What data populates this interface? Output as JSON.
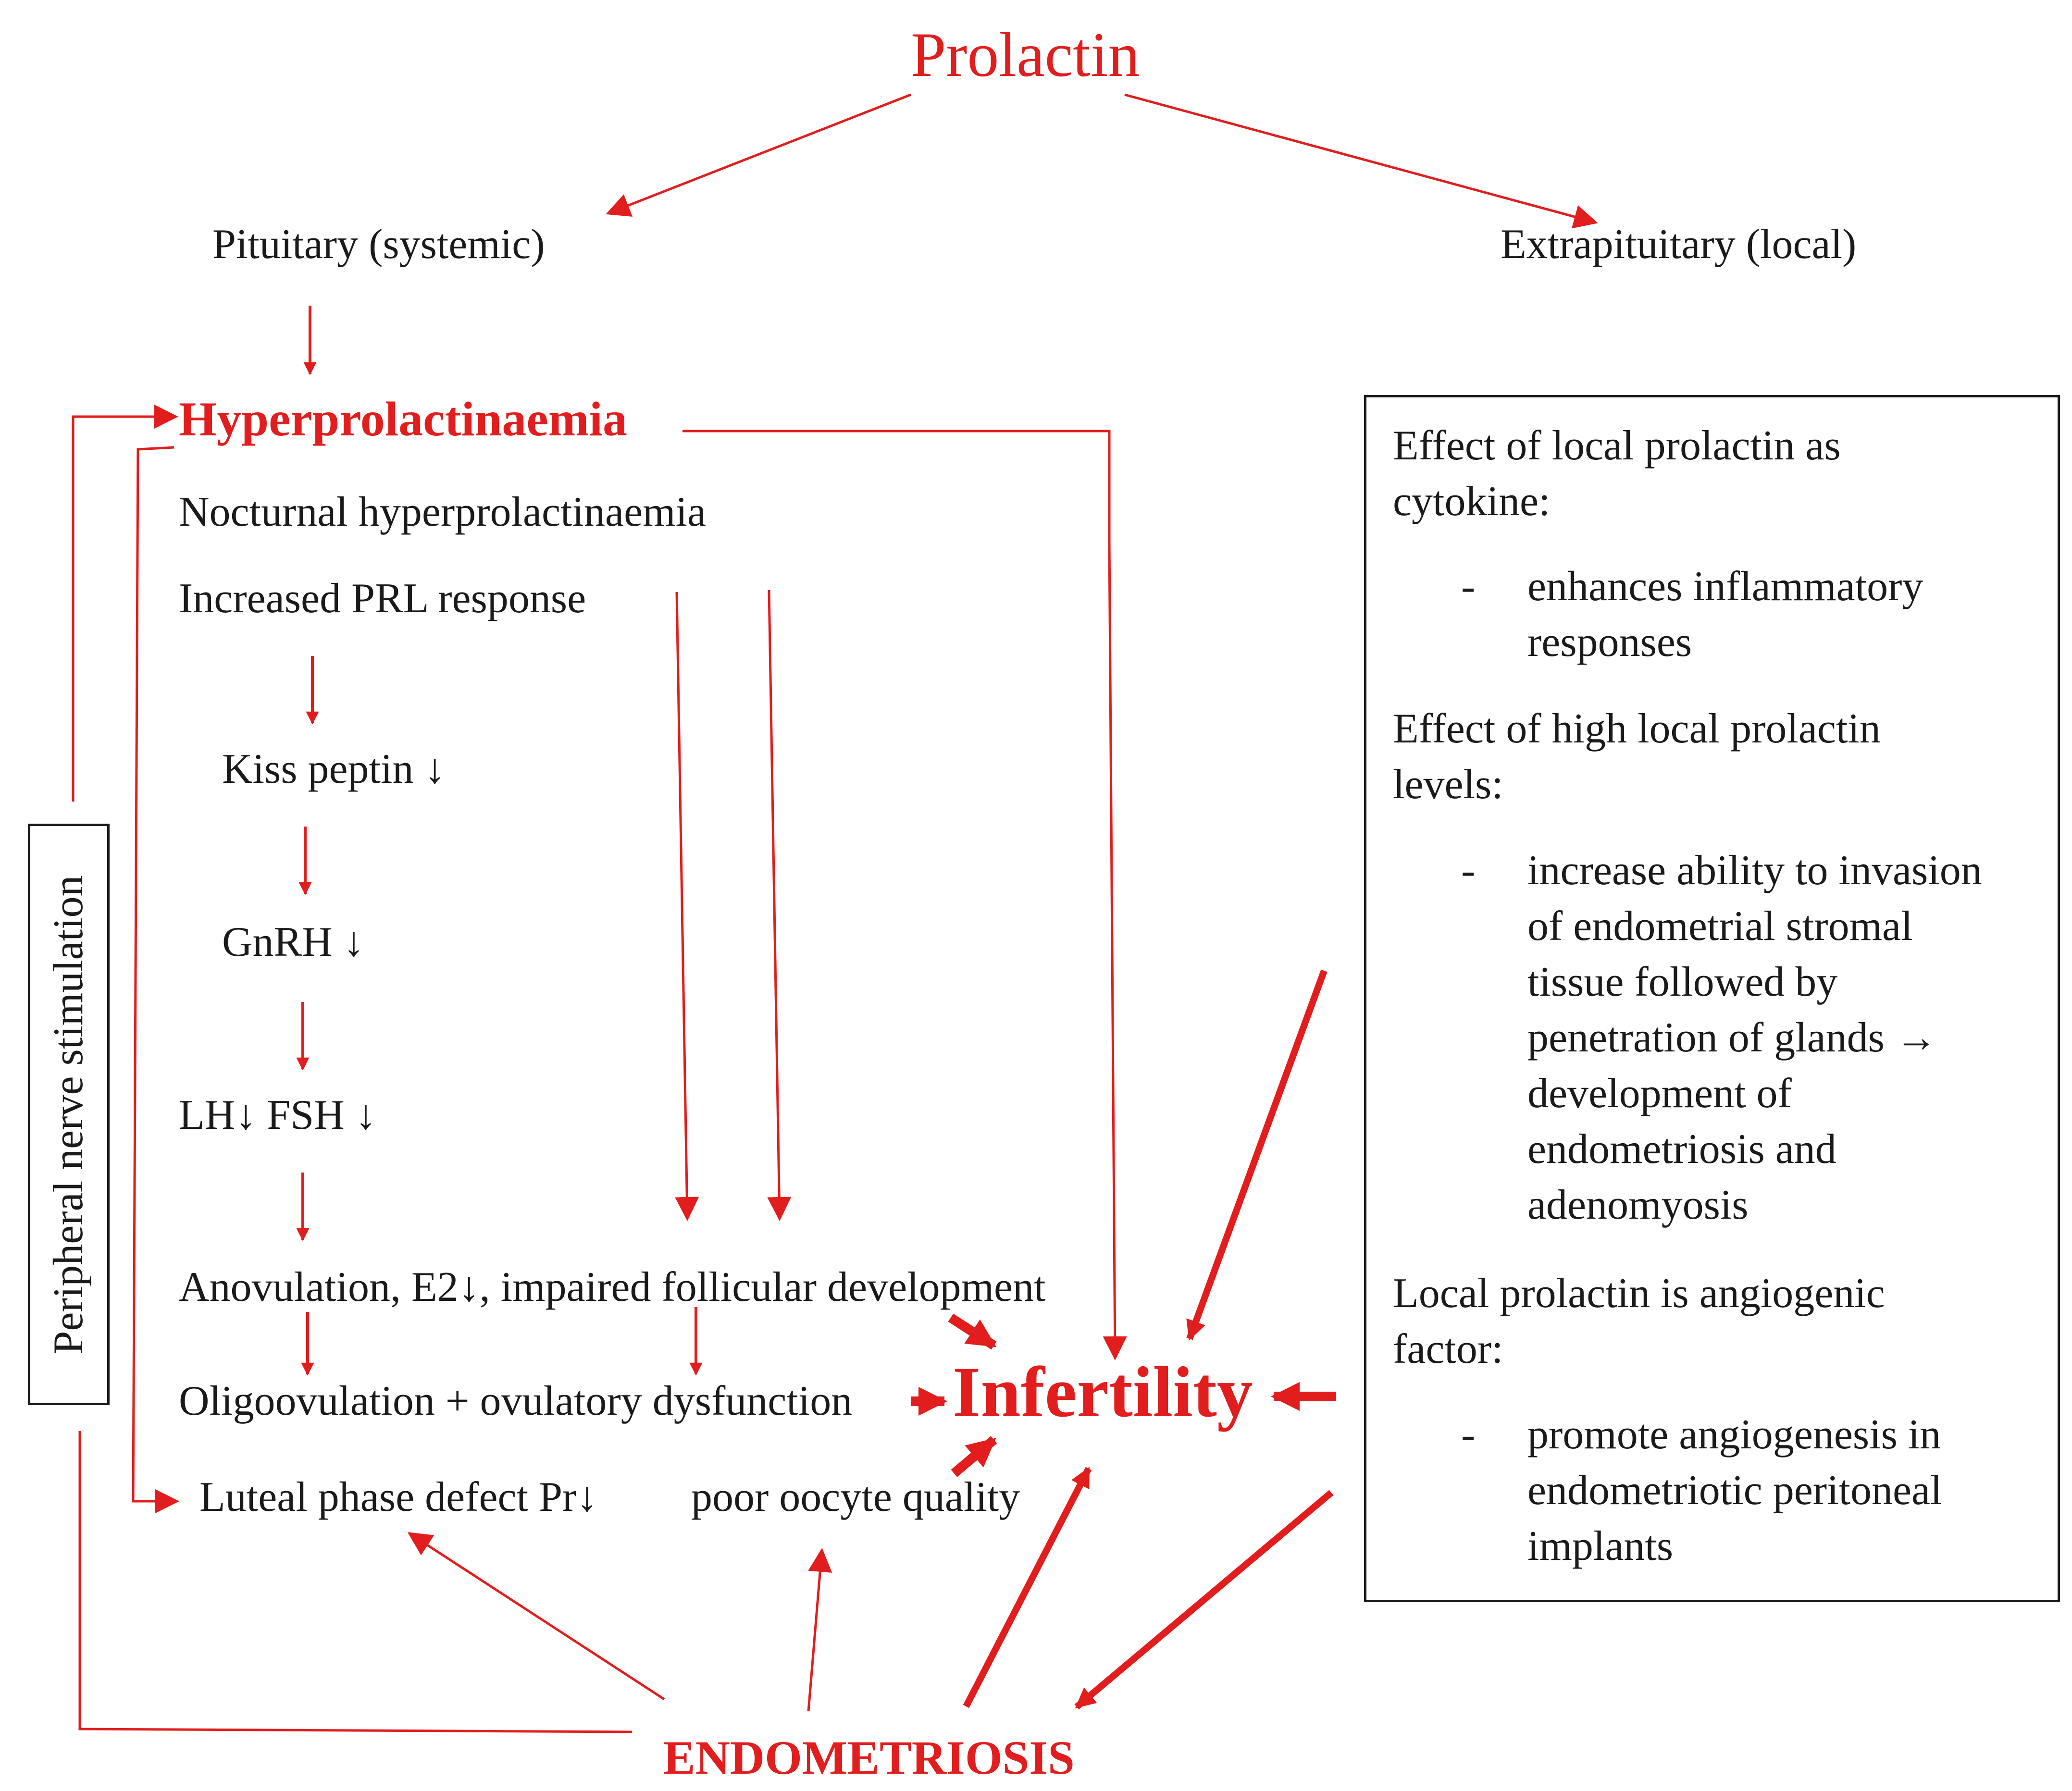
{
  "title": "Prolactin",
  "branches": {
    "pituitary": "Pituitary (systemic)",
    "extrapituitary": "Extrapituitary  (local)"
  },
  "hyper": "Hyperprolactinaemia",
  "left_items": {
    "nocturnal": "Nocturnal hyperprolactinaemia",
    "increased": "Increased PRL response",
    "kiss": "Kiss peptin ↓",
    "gnrh": "GnRH ↓",
    "lhfsh": "LH↓ FSH ↓",
    "anov": "Anovulation, E2↓, impaired follicular development",
    "oligo": "Oligoovulation + ovulatory dysfunction",
    "luteal": "Luteal phase defect Pr↓",
    "poor": "poor oocyte quality"
  },
  "infertility": "Infertility",
  "endometriosis": "ENDOMETRIOSIS",
  "side_label": "Peripheral nerve stimulation",
  "box": {
    "h1_l1": "Effect of local prolactin as",
    "h1_l2": "cytokine:",
    "b1": [
      "enhances inflammatory",
      "responses"
    ],
    "h2_l1": "Effect of high local prolactin",
    "h2_l2": "levels:",
    "b2": [
      "increase ability to invasion",
      "of endometrial stromal",
      "tissue followed by",
      "penetration of glands →",
      "development of",
      "endometriosis and",
      "adenomyosis"
    ],
    "h3_l1": "Local prolactin is angiogenic",
    "h3_l2": "factor:",
    "b3": [
      "promote angiogenesis in",
      "endometriotic peritoneal",
      "implants"
    ],
    "dash": "-"
  },
  "colors": {
    "red": "#e11d1d",
    "text": "#1a1a1a",
    "background": "#ffffff"
  }
}
